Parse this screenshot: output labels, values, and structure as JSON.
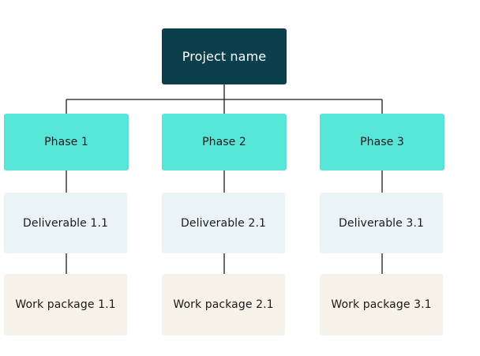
{
  "root": {
    "label": "Project name"
  },
  "phases": [
    {
      "label": "Phase 1",
      "deliverable": "Deliverable 1.1",
      "work_package": "Work package 1.1"
    },
    {
      "label": "Phase 2",
      "deliverable": "Deliverable 2.1",
      "work_package": "Work package 2.1"
    },
    {
      "label": "Phase 3",
      "deliverable": "Deliverable 3.1",
      "work_package": "Work package 3.1"
    }
  ],
  "colors": {
    "root_bg": "#0b3f4b",
    "phase_bg": "#55e6d8",
    "deliverable_bg": "#eaf4f7",
    "work_package_bg": "#f6f2ea",
    "connector": "#1b1b1b"
  }
}
